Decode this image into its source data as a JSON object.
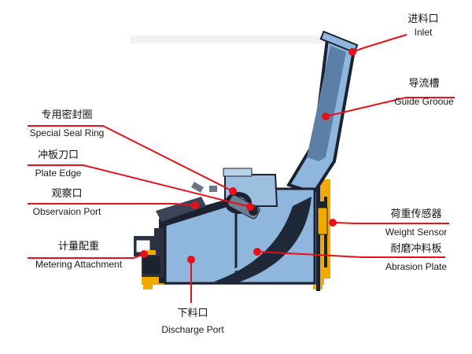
{
  "labels": {
    "inlet": {
      "zh": "进料口",
      "en": "Inlet"
    },
    "guide": {
      "zh": "导流槽",
      "en": "Guide Grooue"
    },
    "seal": {
      "zh": "专用密封圈",
      "en": "Special Seal Ring"
    },
    "plate_edge": {
      "zh": "冲板刀口",
      "en": "Plate Edge"
    },
    "observation": {
      "zh": "观察口",
      "en": "Observaion Port"
    },
    "metering": {
      "zh": "计量配重",
      "en": "Metering Attachment"
    },
    "weight": {
      "zh": "荷重传感器",
      "en": "Weight Sensor"
    },
    "abrasion": {
      "zh": "耐磨冲料板",
      "en": "Abrasion Plate"
    },
    "discharge": {
      "zh": "下料口",
      "en": "Discharge Port"
    }
  },
  "colors": {
    "leader": "#e8101a",
    "body": "#8fb6dc",
    "body_dark": "#5b7fa6",
    "frame": "#1c2230",
    "accent": "#f2a900"
  }
}
